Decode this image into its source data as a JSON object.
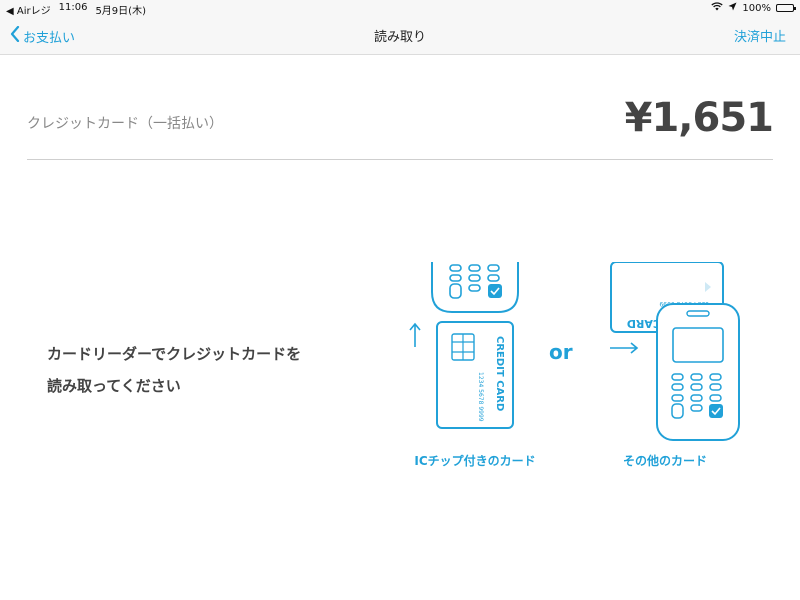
{
  "status_bar": {
    "app": "Airレジ",
    "time": "11:06",
    "date": "5月9日(木)",
    "battery": "100%"
  },
  "nav": {
    "back_label": "お支払い",
    "title": "読み取り",
    "cancel_label": "決済中止"
  },
  "payment": {
    "method": "クレジットカード（一括払い）",
    "amount": "¥1,651"
  },
  "instruction": {
    "line1": "カードリーダーでクレジットカードを",
    "line2": "読み取ってください"
  },
  "illustration": {
    "ic_caption": "ICチップ付きのカード",
    "or_label": "or",
    "other_caption": "その他のカード",
    "card_text": "CREDIT CARD",
    "card_number": "1234 5678 9999",
    "card_text_short": "CARD"
  },
  "colors": {
    "accent": "#21a1d8",
    "nav_bg": "#f7f7f7"
  }
}
